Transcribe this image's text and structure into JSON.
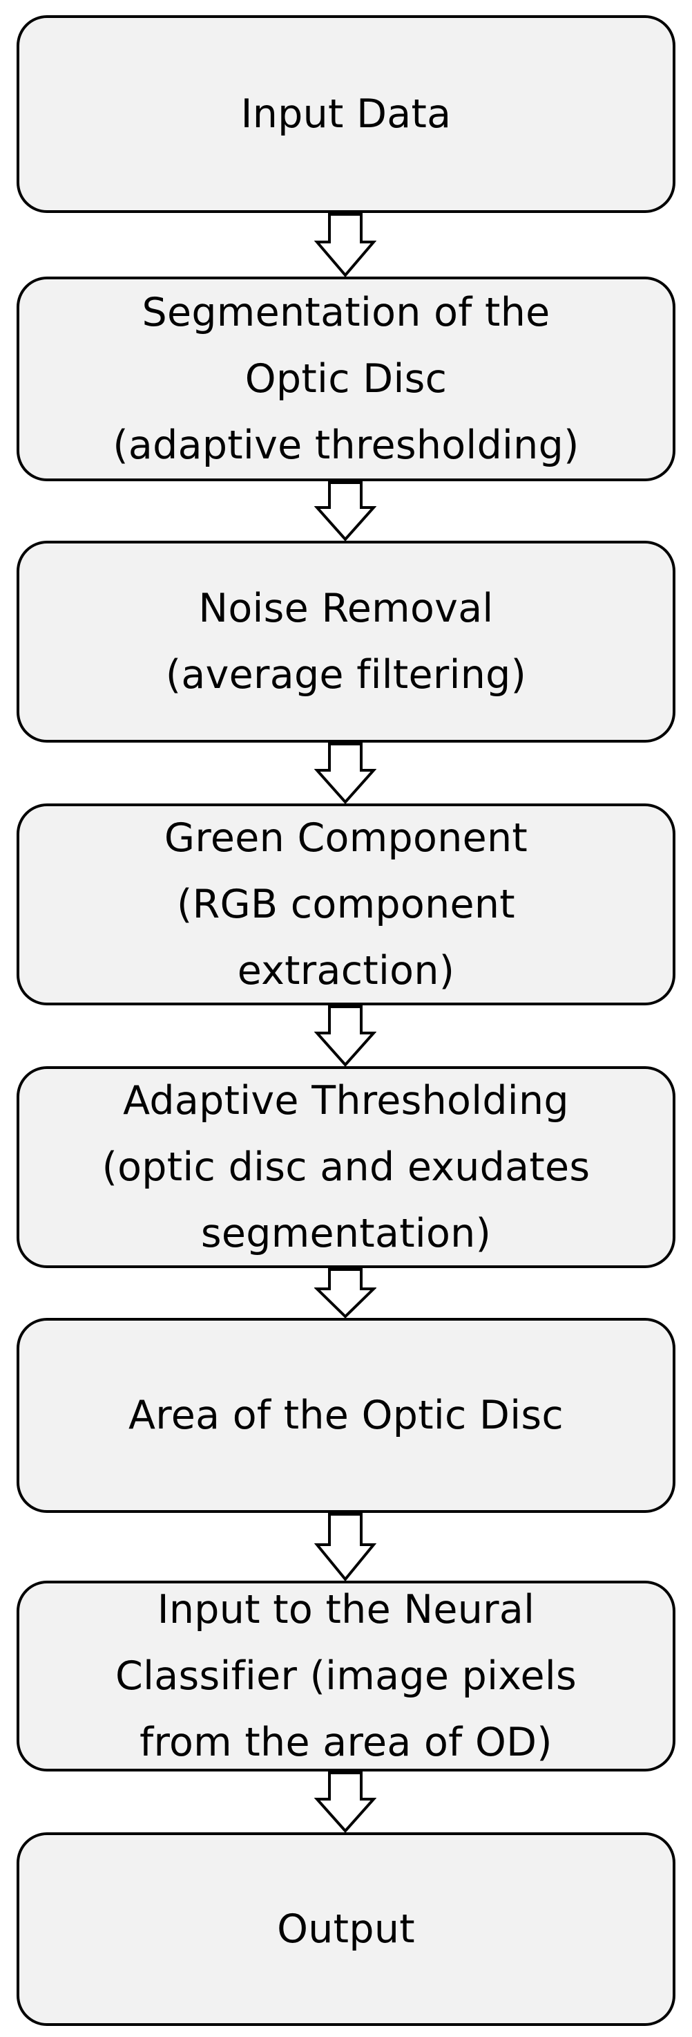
{
  "colors": {
    "box_fill": "#f2f2f2",
    "box_border": "#000000",
    "arrow_fill": "#ffffff",
    "arrow_stroke": "#000000",
    "text": "#000000"
  },
  "flowchart": {
    "steps": [
      {
        "label": "Input Data"
      },
      {
        "label": "Segmentation of the\nOptic Disc\n(adaptive thresholding)"
      },
      {
        "label": "Noise Removal\n(average filtering)"
      },
      {
        "label": "Green Component\n(RGB component\nextraction)"
      },
      {
        "label": "Adaptive Thresholding\n(optic disc and exudates\nsegmentation)"
      },
      {
        "label": "Area of the Optic Disc"
      },
      {
        "label": "Input to the Neural\nClassifier (image pixels\nfrom the area of OD)"
      },
      {
        "label": "Output"
      }
    ]
  }
}
